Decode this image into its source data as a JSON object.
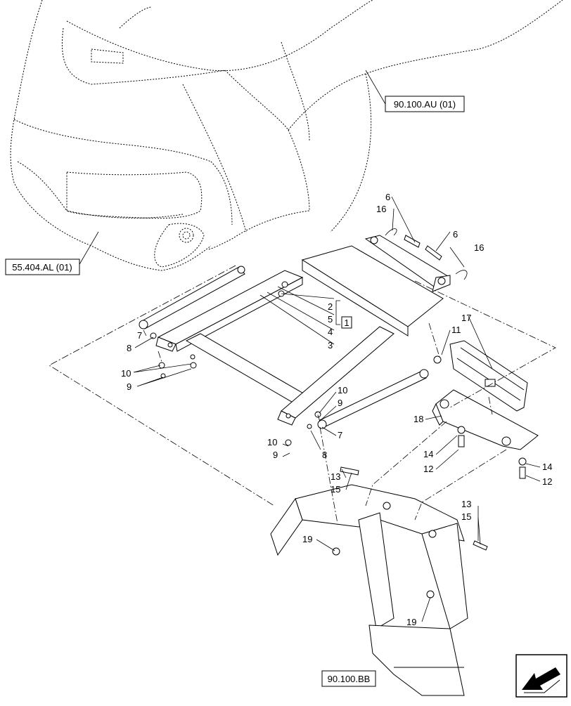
{
  "references": {
    "hood_top": "90.100.AU (01)",
    "hood_front": "55.404.AL (01)",
    "front_frame": "90.100.BB"
  },
  "callouts": {
    "c6a": "6",
    "c16a": "16",
    "c6b": "6",
    "c16b": "16",
    "c17": "17",
    "c11": "11",
    "c2": "2",
    "c5": "5",
    "c4": "4",
    "c3": "3",
    "c1": "1",
    "c7a": "7",
    "c8a": "8",
    "c10a": "10",
    "c9a": "9",
    "c10b": "10",
    "c9b": "9",
    "c7b": "7",
    "c8b": "8",
    "c10c": "10",
    "c9c": "9",
    "c18": "18",
    "c14a": "14",
    "c12a": "12",
    "c14b": "14",
    "c12b": "12",
    "c13a": "13",
    "c15a": "15",
    "c13b": "13",
    "c15b": "15",
    "c19a": "19",
    "c19b": "19"
  },
  "icons": {
    "nav": "arrow-next-icon"
  }
}
